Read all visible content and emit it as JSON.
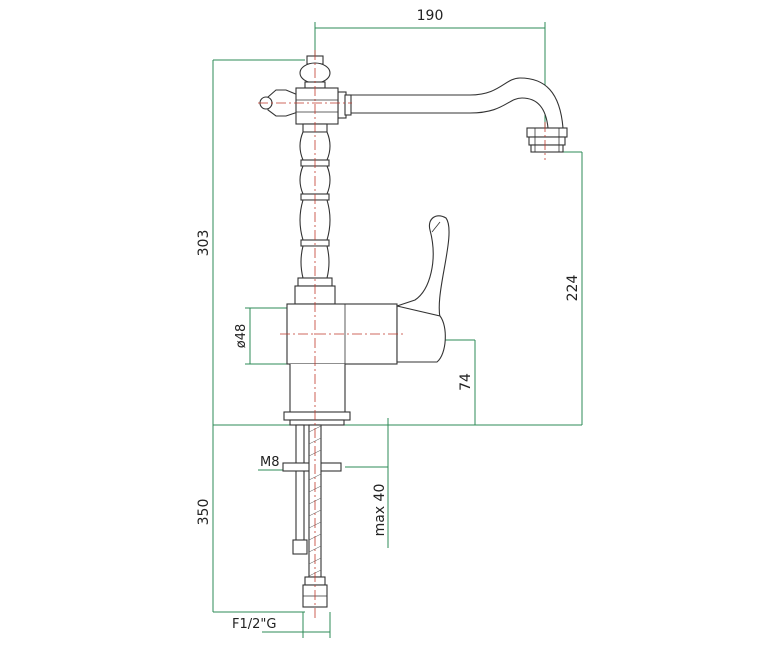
{
  "drawing": {
    "dimensions": {
      "width_top": "190",
      "height_total": "303",
      "spout_height": "224",
      "body_diameter": "ø48",
      "handle_height": "74",
      "stud_thread": "M8",
      "max_thickness": "max 40",
      "hose_length": "350",
      "hose_connection": "F1/2\"G"
    },
    "colors": {
      "dimension_line": "#2e8b57",
      "center_line": "#c0392b",
      "outline": "#333333"
    }
  }
}
